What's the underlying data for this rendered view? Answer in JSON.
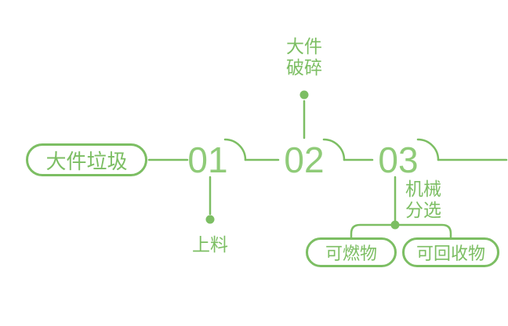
{
  "title": "bulky-waste-processing-flow",
  "colors": {
    "accent": "#7cbe63",
    "accent_light": "#8fcb78",
    "background": "#ffffff"
  },
  "diagram": {
    "source": {
      "label": "大件垃圾"
    },
    "steps": [
      {
        "number": "01",
        "label_lines": [
          "上料"
        ],
        "label_position": "below"
      },
      {
        "number": "02",
        "label_lines": [
          "大件",
          "破碎"
        ],
        "label_position": "above"
      },
      {
        "number": "03",
        "label_lines": [
          "机械",
          "分选"
        ],
        "label_position": "below"
      }
    ],
    "outputs": [
      {
        "label": "可燃物"
      },
      {
        "label": "可回收物"
      }
    ]
  }
}
